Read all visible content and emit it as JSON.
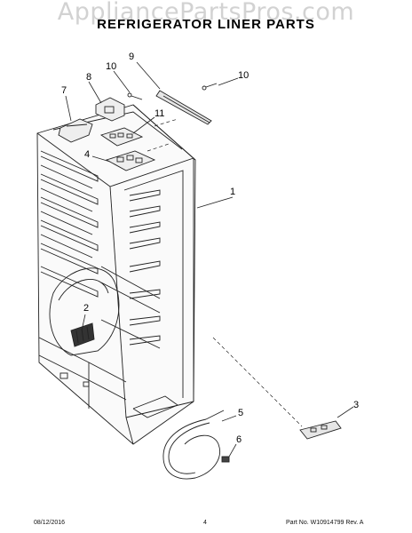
{
  "watermark": "AppliancePartsPros.com",
  "title": "REFRIGERATOR LINER PARTS",
  "callouts": {
    "c1": "1",
    "c2": "2",
    "c3": "3",
    "c4": "4",
    "c5": "5",
    "c6": "6",
    "c7": "7",
    "c8": "8",
    "c9": "9",
    "c10a": "10",
    "c10b": "10",
    "c11": "11"
  },
  "footer": {
    "date": "08/12/2016",
    "page": "4",
    "part": "Part No. W10914799  Rev. A"
  }
}
